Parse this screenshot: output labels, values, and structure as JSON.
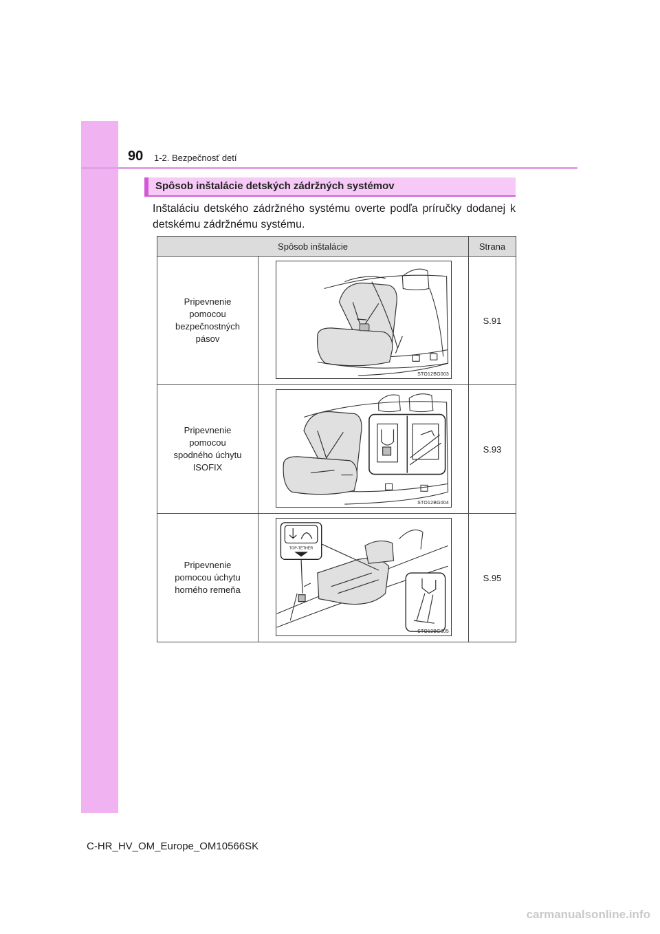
{
  "header": {
    "page_number": "90",
    "section_path": "1-2. Bezpečnosť detí"
  },
  "section": {
    "heading": "Spôsob inštalácie detských zádržných systémov",
    "intro": "Inštaláciu detského zádržného systému overte podľa príručky dodanej k detskému zádržnému systému."
  },
  "table": {
    "headers": [
      "Spôsob inštalácie",
      "Strana"
    ],
    "rows": [
      {
        "method": "Pripevnenie pomocou bezpečnostných pásov",
        "figure_code": "STO12BG003",
        "page": "S.91"
      },
      {
        "method": "Pripevnenie pomocou spodného úchytu ISOFIX",
        "figure_code": "STO12BG004",
        "page": "S.93"
      },
      {
        "method": "Pripevnenie pomocou úchytu horného remeňa",
        "figure_code": "STO12BG005",
        "page": "S.95"
      }
    ]
  },
  "figure_labels": {
    "top_tether": "TOP-TETHER"
  },
  "footer": {
    "doc_code": "C-HR_HV_OM_Europe_OM10566SK",
    "watermark": "carmanualsonline.info"
  },
  "colors": {
    "side_tab": "#f0b2f0",
    "heading_bg": "#f7c9f7",
    "heading_accent": "#d35ad6",
    "table_header_bg": "#dcdcdc"
  }
}
